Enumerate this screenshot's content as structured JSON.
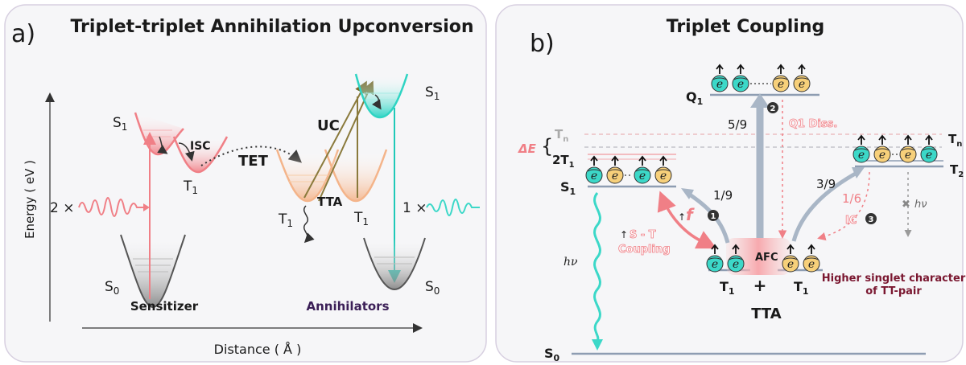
{
  "panel_a": {
    "letter": "a)",
    "title": "Triplet-triplet Annihilation Upconversion",
    "y_axis": "Energy ( eV )",
    "x_axis": "Distance ( Å )",
    "s1_left": "S",
    "s1_left_sub": "1",
    "t1_left": "T",
    "t1_left_sub": "1",
    "s0_left": "S",
    "s0_left_sub": "0",
    "isc": "ISC",
    "tet": "TET",
    "tta": "TTA",
    "uc": "UC",
    "t1_ann_a": "T",
    "t1_ann_a_sub": "1",
    "t1_ann_b": "T",
    "t1_ann_b_sub": "1",
    "s1_right": "S",
    "s1_right_sub": "1",
    "s0_right": "S",
    "s0_right_sub": "0",
    "in_photons": "2 ×",
    "out_photons": "1 ×",
    "sensitizer": "Sensitizer",
    "annihilators": "Annihilators",
    "colors": {
      "red": "#f07f86",
      "teal": "#3cd8c8",
      "orange": "#f4b48a",
      "gray": "#777777",
      "olive": "#8a7a3c"
    }
  },
  "panel_b": {
    "letter": "b)",
    "title": "Triplet Coupling",
    "q1": "Q",
    "q1_sub": "1",
    "tn_left": "T",
    "tn_left_sub": "n",
    "delta_e": "ΔE",
    "two_t1": "2T",
    "two_t1_sub": "1",
    "s1": "S",
    "s1_sub": "1",
    "s0": "S",
    "s0_sub": "0",
    "tn_right": "T",
    "tn_right_sub": "n",
    "t2_right": "T",
    "t2_right_sub": "2",
    "frac_q1": "5/9",
    "frac_s1": "1/9",
    "frac_t2": "3/9",
    "frac_ic": "1/6",
    "q1_diss": "Q1 Diss.",
    "ic": "IC",
    "step_1": "1",
    "step_2": "2",
    "step_3": "3",
    "st_coupling_1": "S - T",
    "st_coupling_2": "Coupling",
    "f_symbol": "f",
    "afc": "AFC",
    "hv_left": "hν",
    "hv_right": "hν",
    "cross_mark": "✖",
    "t1_a": "T",
    "t1_a_sub": "1",
    "plus": "+",
    "t1_b": "T",
    "t1_b_sub": "1",
    "tta": "TTA",
    "higher_1": "Higher singlet character",
    "higher_2": "of TT-pair",
    "electron": "e",
    "colors": {
      "teal": "#3cd8c8",
      "yellow": "#f7d07a",
      "pink": "#f07f86",
      "slate": "#8e9db2"
    }
  }
}
